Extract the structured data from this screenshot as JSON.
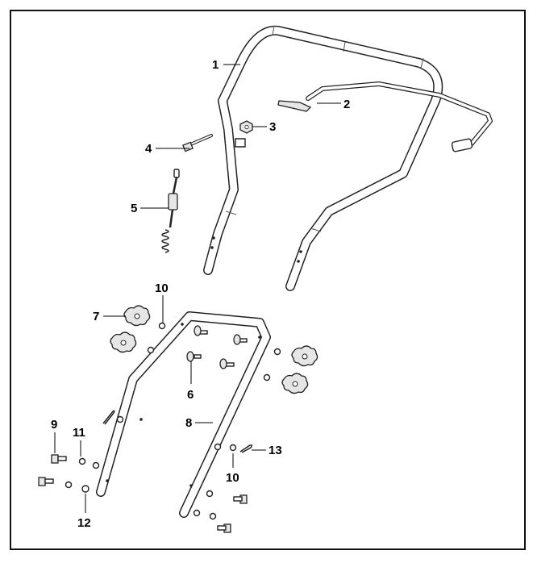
{
  "diagram": {
    "callouts": [
      {
        "id": "1",
        "text": "1"
      },
      {
        "id": "2",
        "text": "2"
      },
      {
        "id": "3",
        "text": "3"
      },
      {
        "id": "4",
        "text": "4"
      },
      {
        "id": "5",
        "text": "5"
      },
      {
        "id": "6",
        "text": "6"
      },
      {
        "id": "7",
        "text": "7"
      },
      {
        "id": "8",
        "text": "8"
      },
      {
        "id": "9",
        "text": "9"
      },
      {
        "id": "10a",
        "text": "10"
      },
      {
        "id": "10b",
        "text": "10"
      },
      {
        "id": "11",
        "text": "11"
      },
      {
        "id": "12",
        "text": "12"
      },
      {
        "id": "13",
        "text": "13"
      }
    ]
  }
}
